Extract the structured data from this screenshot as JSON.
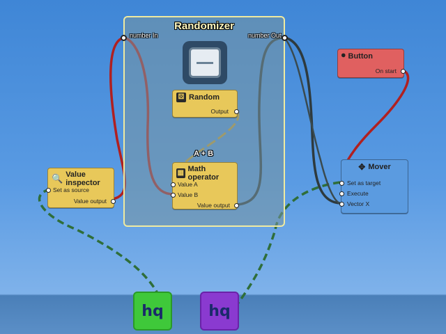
{
  "group": {
    "title": "Randomizer",
    "input_port": "number In",
    "output_port": "number Out"
  },
  "operator_symbol": "A + B",
  "nodes": {
    "random": {
      "title": "Random",
      "out": "Output",
      "icon": "dice-icon"
    },
    "math": {
      "title": "Math operator",
      "in_a": "Value A",
      "in_b": "Value B",
      "out": "Value output",
      "icon": "calculator-icon"
    },
    "inspector": {
      "title": "Value inspector",
      "in": "Set as source",
      "out": "Value output",
      "icon": "magnifier-icon"
    },
    "button": {
      "title": "Button",
      "out": "On start",
      "icon": "push-button-icon"
    },
    "mover": {
      "title": "Mover",
      "in_target": "Set as target",
      "in_execute": "Execute",
      "in_vector": "Vector X",
      "icon": "move-arrows-icon"
    }
  },
  "colors": {
    "node_yellow": "#e8c85a",
    "node_red": "#e06060",
    "node_blue": "#5b9be0",
    "wire_red": "#d03030",
    "wire_dark": "#333333",
    "wire_green": "#2f7a40",
    "cube_green": "#3fc83a",
    "cube_purple": "#8a3ad0"
  },
  "cubes": [
    {
      "name": "green-cube",
      "glyph": "hq"
    },
    {
      "name": "purple-cube",
      "glyph": "hq"
    }
  ]
}
